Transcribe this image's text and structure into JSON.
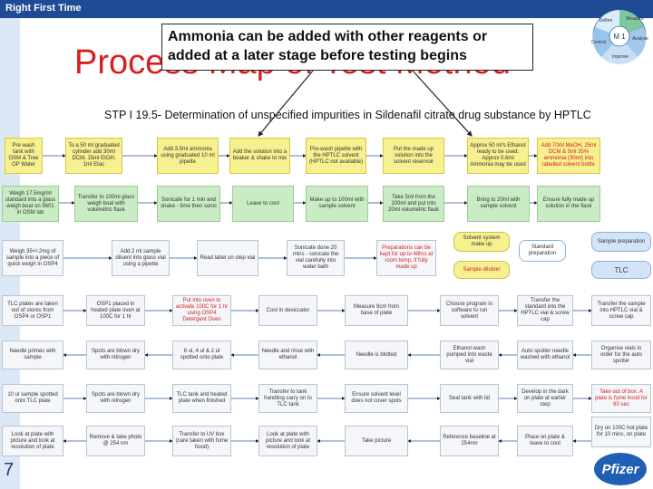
{
  "header": {
    "label": "Right First Time"
  },
  "slide": {
    "number": "7",
    "title": "Process Map of Test Method"
  },
  "callout": {
    "text": "Ammonia can be added with other reagents or added at a later stage before testing begins"
  },
  "subtitle": "STP I 19.5- Determination of unspecified impurities in Sildenafil citrate drug substance by HPTLC",
  "cycle": {
    "center": "M 1",
    "segments": [
      "Define",
      "Measure",
      "Analyse",
      "Improve",
      "Control"
    ]
  },
  "logo": {
    "text": "Pfizer"
  },
  "boxes": {
    "r1c1": "Pre wash tank with OSM & Tree OP Water",
    "r1c2": "To a 50 ml graduated cylinder add 30ml DCM, 15ml EtOH, 1ml Etac",
    "r1c3": "Add 3.5ml ammonia using graduated 10 ml pipette",
    "r1c4": "Add the solution into a beaker & shake to mix",
    "r1c5": "Pre-wash pipette with the HPTLC solvent (HPTLC not available)",
    "r1c6": "Put the made up solution into the solvent reservoir",
    "r1c7": "Approx 50 ml's Ethanol ready to be used. Approx 0.6ml Ammonia may be used",
    "r1c8": "Add 70ml MeOH, 25ml DCM & 5ml 35% ammonia (30ml) into labelled solvent bottle",
    "r2c1": "Weigh 17.5mg/ml standard into a glass weigh boat on 5601 in OSM lab",
    "r2c2": "Transfer to 100ml glass weigh boat with volumetric flask",
    "r2c3": "Sonicate for 1 min and shake - time then sonic",
    "r2c4": "Leave to cool",
    "r2c5": "Make up to 100ml with sample solvent",
    "r2c6": "Take 5ml from the 100ml and put into 20ml volumetric flask",
    "r2c7": "Bring to 20ml with sample solvent",
    "r2c8": "Ensure fully made up solution in the flask",
    "r3c1": "Weigh 35+/-2mg of sample into a piece of quick weigh in OSP4",
    "r3c2": "Add 2 ml sample diluent into glass vial using a pipette",
    "r3c3": "Read label on step vial",
    "r3c4": "Sonicate done 20 mins - sonicate the vial carefully into water bath",
    "r3c5": "Preparations can be kept for up to 48hrs at room temp, if fully made up",
    "r3c6": "Solvent system make up",
    "r3c7": "Standard preparation",
    "r3c8": "Sample preparation",
    "r3c9": "Sample dilution",
    "r3c10": "TLC",
    "r4c1": "TLC plates are taken out of stores from OSP4 or OSP1",
    "r4c2": "OSP1 placed in heated plate oven at 100C for 1 hr",
    "r4c3": "Put into oven to activate 100C for 1 hr using OSP4 Detergent Oven",
    "r4c4": "Cool in desiccator",
    "r4c5": "Measure 8cm from base of plate",
    "r4c6": "Choose program in software to run solvent",
    "r4c7": "Transfer the standard into the HPTLC vial & screw cap",
    "r4c8": "Transfer the sample into HPTLC vial & screw cap",
    "r5c1": "Needle primes with sample",
    "r5c2": "Spots are blown dry with nitrogen",
    "r5c3": "8 ul, 4 ul & 2 ul spotted onto plate",
    "r5c4": "Needle and rinse with ethanol",
    "r5c5": "Needle is blotted",
    "r5c6": "Ethanol wash pumped into waste vial",
    "r5c7": "Auto spotter needle washed with ethanol",
    "r5c8": "Organise vials in order for the auto spotter",
    "r6c1": "10 ul sample spotted onto TLC plate",
    "r6c2": "Spots are blown dry with nitrogen",
    "r6c3": "TLC tank and heated plate when finished",
    "r6c4": "Transfer to tank handling carry on to TLC tank",
    "r6c5": "Ensure solvent level does not cover spots",
    "r6c6": "Seal tank with lid",
    "r6c7": "Develop in the dark on plate at earlier step",
    "r6c8": "Take out of box. A plate is fume hood for 60 sec",
    "r7c1": "Look at plate with picture and look at resolution of plate",
    "r7c2": "Remove & take photo @ 254 nm",
    "r7c3": "Transfer to UV box (care taken with fume hood)",
    "r7c4": "Look at plate with picture and look at resolution of plate",
    "r7c5": "Take picture",
    "r7c6": "Reference baseline at 254nm",
    "r7c7": "Place on plate & leave to cool",
    "r7c8": "Dry on 100C hot plate for 10 mins, on plate"
  }
}
